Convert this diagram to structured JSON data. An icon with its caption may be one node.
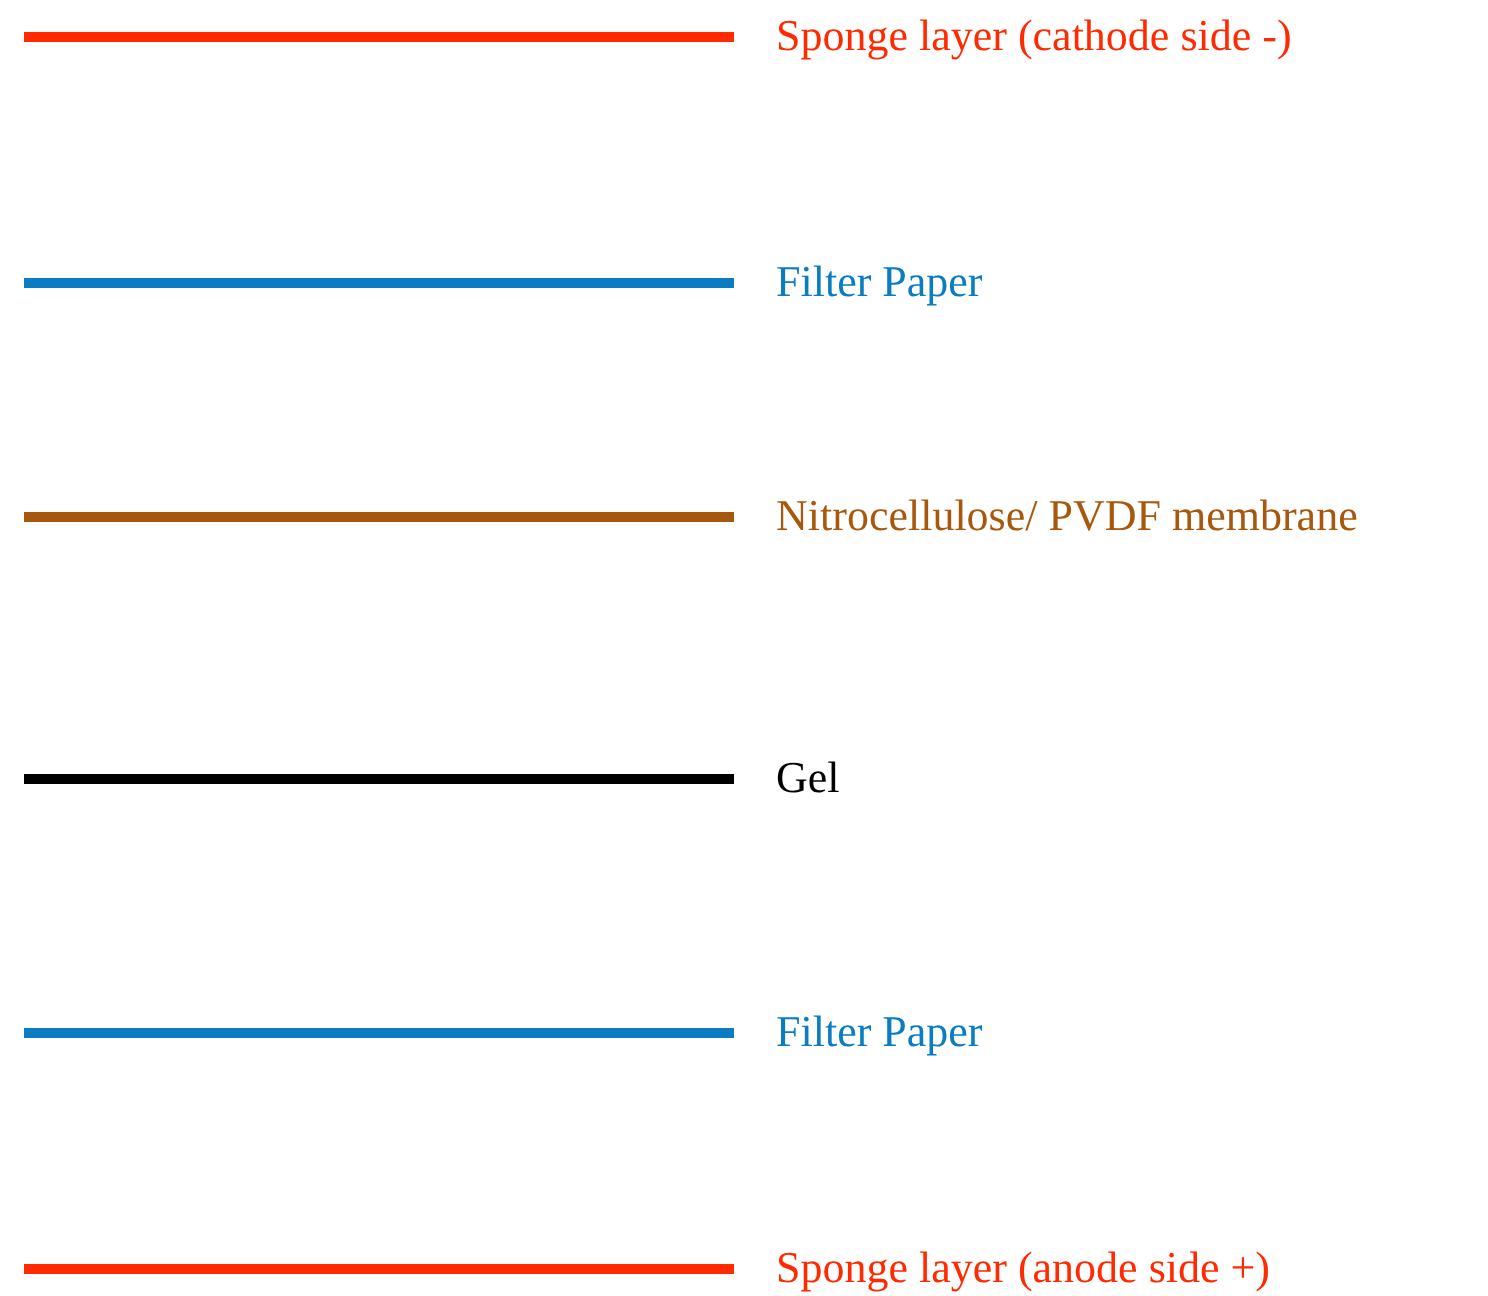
{
  "diagram": {
    "legend": [
      {
        "text": "Sponge layer (cathode side -)",
        "color": "#ff2a00"
      },
      {
        "text": "Filter Paper",
        "color": "#0a7cc4"
      },
      {
        "text": "Nitrocellulose/ PVDF membrane",
        "color": "#a8580c"
      },
      {
        "text": "Gel",
        "color": "#000000"
      },
      {
        "text": "Filter Paper",
        "color": "#0a7cc4"
      },
      {
        "text": "Sponge layer (anode side +)",
        "color": "#ff2a00"
      }
    ]
  }
}
